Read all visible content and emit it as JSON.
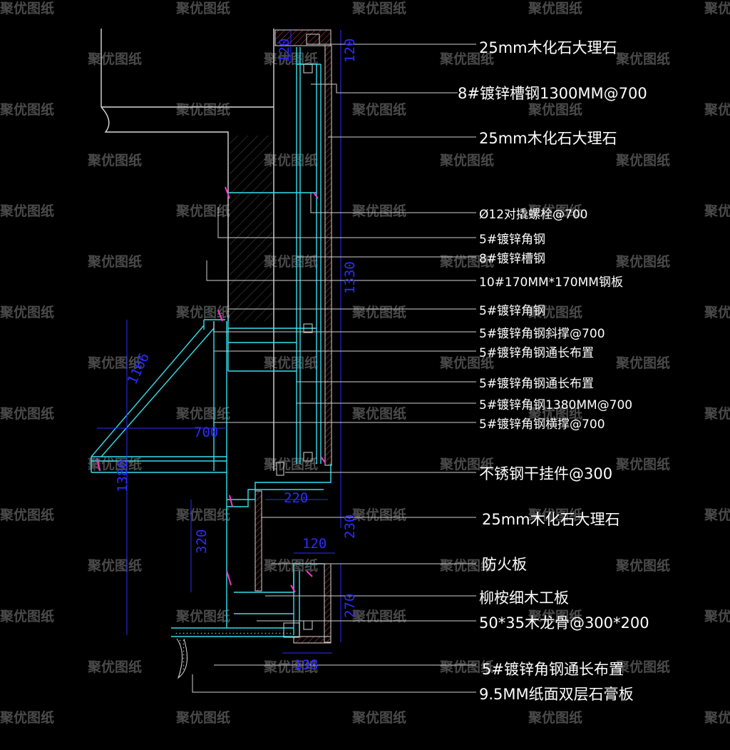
{
  "watermark": "聚优图纸",
  "colors": {
    "background": "#000000",
    "structure_cyan": "#33e0ee",
    "wall_white": "#d8d8d8",
    "dimension_blue": "#2c2cff",
    "leader_white": "#cfcfcf",
    "anchor_magenta": "#ff33cc",
    "watermark_gray": "#4a4a4a"
  },
  "labels": [
    {
      "id": "l1",
      "text": "25mm木化石大理石"
    },
    {
      "id": "l2",
      "text": "8#镀锌槽钢1300MM@700"
    },
    {
      "id": "l3",
      "text": "25mm木化石大理石"
    },
    {
      "id": "l4",
      "text": "Ø12对撬螺栓@700"
    },
    {
      "id": "l5",
      "text": "5#镀锌角钢"
    },
    {
      "id": "l6",
      "text": "8#镀锌槽钢"
    },
    {
      "id": "l7",
      "text": "10#170MM*170MM钢板"
    },
    {
      "id": "l8",
      "text": "5#镀锌角钢"
    },
    {
      "id": "l9",
      "text": "5#镀锌角钢斜撑@700"
    },
    {
      "id": "l10",
      "text": "5#镀锌角钢通长布置"
    },
    {
      "id": "l11",
      "text": "5#镀锌角钢通长布置"
    },
    {
      "id": "l12",
      "text": "5#镀锌角钢1380MM@700"
    },
    {
      "id": "l13",
      "text": "5#镀锌角钢横撑@700"
    },
    {
      "id": "l14",
      "text": "不锈钢干挂件@300"
    },
    {
      "id": "l15",
      "text": "25mm木化石大理石"
    },
    {
      "id": "l16",
      "text": "防火板"
    },
    {
      "id": "l17",
      "text": "柳桉细木工板"
    },
    {
      "id": "l18",
      "text": "50*35木龙骨@300*200"
    },
    {
      "id": "l19",
      "text": "5#镀锌角钢通长布置"
    },
    {
      "id": "l20",
      "text": "9.5MM纸面双层石膏板"
    }
  ],
  "dimensions": [
    {
      "id": "d120a",
      "text": "120"
    },
    {
      "id": "d120b",
      "text": "120"
    },
    {
      "id": "d1330",
      "text": "1330"
    },
    {
      "id": "d1166",
      "text": "1166"
    },
    {
      "id": "d700",
      "text": "700"
    },
    {
      "id": "d1380",
      "text": "1380"
    },
    {
      "id": "d220",
      "text": "220"
    },
    {
      "id": "d230",
      "text": "230"
    },
    {
      "id": "d320",
      "text": "320"
    },
    {
      "id": "d120c",
      "text": "120"
    },
    {
      "id": "d270",
      "text": "270"
    },
    {
      "id": "d198",
      "text": "198"
    }
  ]
}
